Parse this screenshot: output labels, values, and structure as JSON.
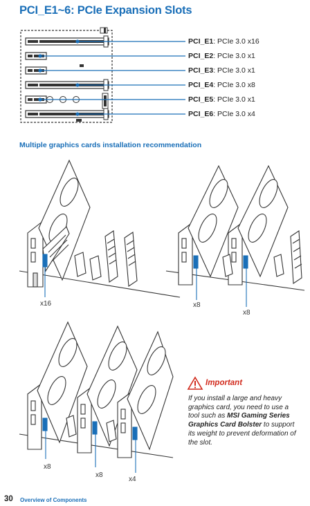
{
  "header": {
    "title": "PCI_E1~6: PCIe Expansion Slots"
  },
  "slots": [
    {
      "name": "PCI_E1",
      "sep": ": ",
      "spec": "PCIe 3.0 x16"
    },
    {
      "name": "PCI_E2",
      "sep": ": ",
      "spec": "PCIe 3.0 x1"
    },
    {
      "name": "PCI_E3",
      "sep": ": ",
      "spec": "PCIe 3.0 x1"
    },
    {
      "name": "PCI_E4",
      "sep": ": ",
      "spec": "PCIe 3.0 x8"
    },
    {
      "name": "PCI_E5",
      "sep": ": ",
      "spec": "PCIe 3.0 x1"
    },
    {
      "name": "PCI_E6",
      "sep": ": ",
      "spec": "PCIe 3.0 x4"
    }
  ],
  "recommendation": {
    "heading": "Multiple graphics cards installation recommendation",
    "single": {
      "label": "x16"
    },
    "dual": {
      "labels": [
        "x8",
        "x8"
      ]
    },
    "triple": {
      "labels": [
        "x8",
        "x8",
        "x4"
      ]
    }
  },
  "important": {
    "title": "Important",
    "text_before": "If you install a large and heavy graphics card, you need to use a tool such as ",
    "product": "MSI Gaming Series Graphics Card Bolster",
    "text_after": " to support its weight to prevent deformation of the slot."
  },
  "footer": {
    "page_number": "30",
    "section": "Overview of Components"
  },
  "colors": {
    "accent": "#1a6fb8",
    "warning": "#d12a1c"
  }
}
